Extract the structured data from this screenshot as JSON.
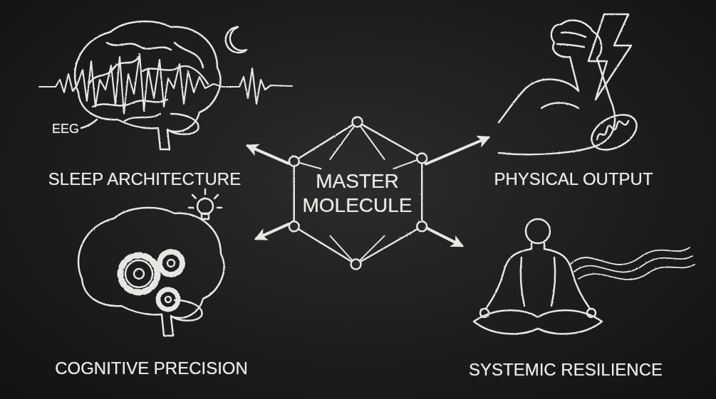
{
  "diagram": {
    "nodes": [
      {
        "text": [
          "SLEEP ARCHITECTURE"
        ]
      },
      {
        "text": [
          "PHYSICAL OUTPUT"
        ]
      },
      {
        "text": [
          "MASTER MOLECULE"
        ]
      },
      {
        "text": [
          "COGNITIVE PRECISION"
        ]
      },
      {
        "text": [
          "SYSTEMIC RESILIENCE"
        ]
      }
    ],
    "edges": [
      {
        "from": 2,
        "to": 0,
        "arrow": "to"
      },
      {
        "from": 2,
        "to": 1,
        "arrow": "to"
      },
      {
        "from": 2,
        "to": 3,
        "arrow": "to"
      },
      {
        "from": 2,
        "to": 4,
        "arrow": "to"
      }
    ],
    "labels": [
      "EEG"
    ]
  }
}
